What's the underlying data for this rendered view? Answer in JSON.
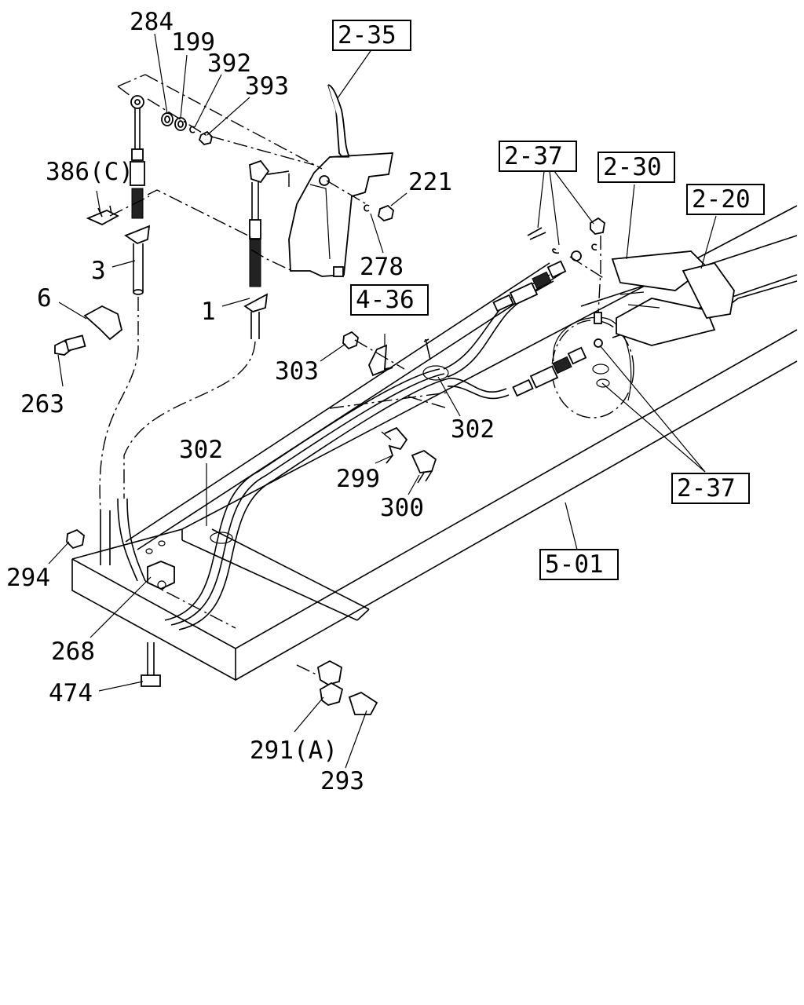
{
  "callouts": [
    {
      "id": "c284",
      "text": "284"
    },
    {
      "id": "c199",
      "text": "199"
    },
    {
      "id": "c392",
      "text": "392"
    },
    {
      "id": "c393",
      "text": "393"
    },
    {
      "id": "c386",
      "text": "386(C)"
    },
    {
      "id": "c221",
      "text": "221"
    },
    {
      "id": "c278",
      "text": "278"
    },
    {
      "id": "c3",
      "text": "3"
    },
    {
      "id": "c6",
      "text": "6"
    },
    {
      "id": "c1",
      "text": "1"
    },
    {
      "id": "c263",
      "text": "263"
    },
    {
      "id": "c303",
      "text": "303"
    },
    {
      "id": "c302a",
      "text": "302"
    },
    {
      "id": "c302b",
      "text": "302"
    },
    {
      "id": "c299",
      "text": "299"
    },
    {
      "id": "c300",
      "text": "300"
    },
    {
      "id": "c294",
      "text": "294"
    },
    {
      "id": "c268",
      "text": "268"
    },
    {
      "id": "c474",
      "text": "474"
    },
    {
      "id": "c291",
      "text": "291(A)"
    },
    {
      "id": "c293",
      "text": "293"
    }
  ],
  "references": [
    {
      "id": "r235",
      "text": "2-35"
    },
    {
      "id": "r237a",
      "text": "2-37"
    },
    {
      "id": "r230",
      "text": "2-30"
    },
    {
      "id": "r220",
      "text": "2-20"
    },
    {
      "id": "r436",
      "text": "4-36"
    },
    {
      "id": "r237b",
      "text": "2-37"
    },
    {
      "id": "r501",
      "text": "5-01"
    }
  ]
}
